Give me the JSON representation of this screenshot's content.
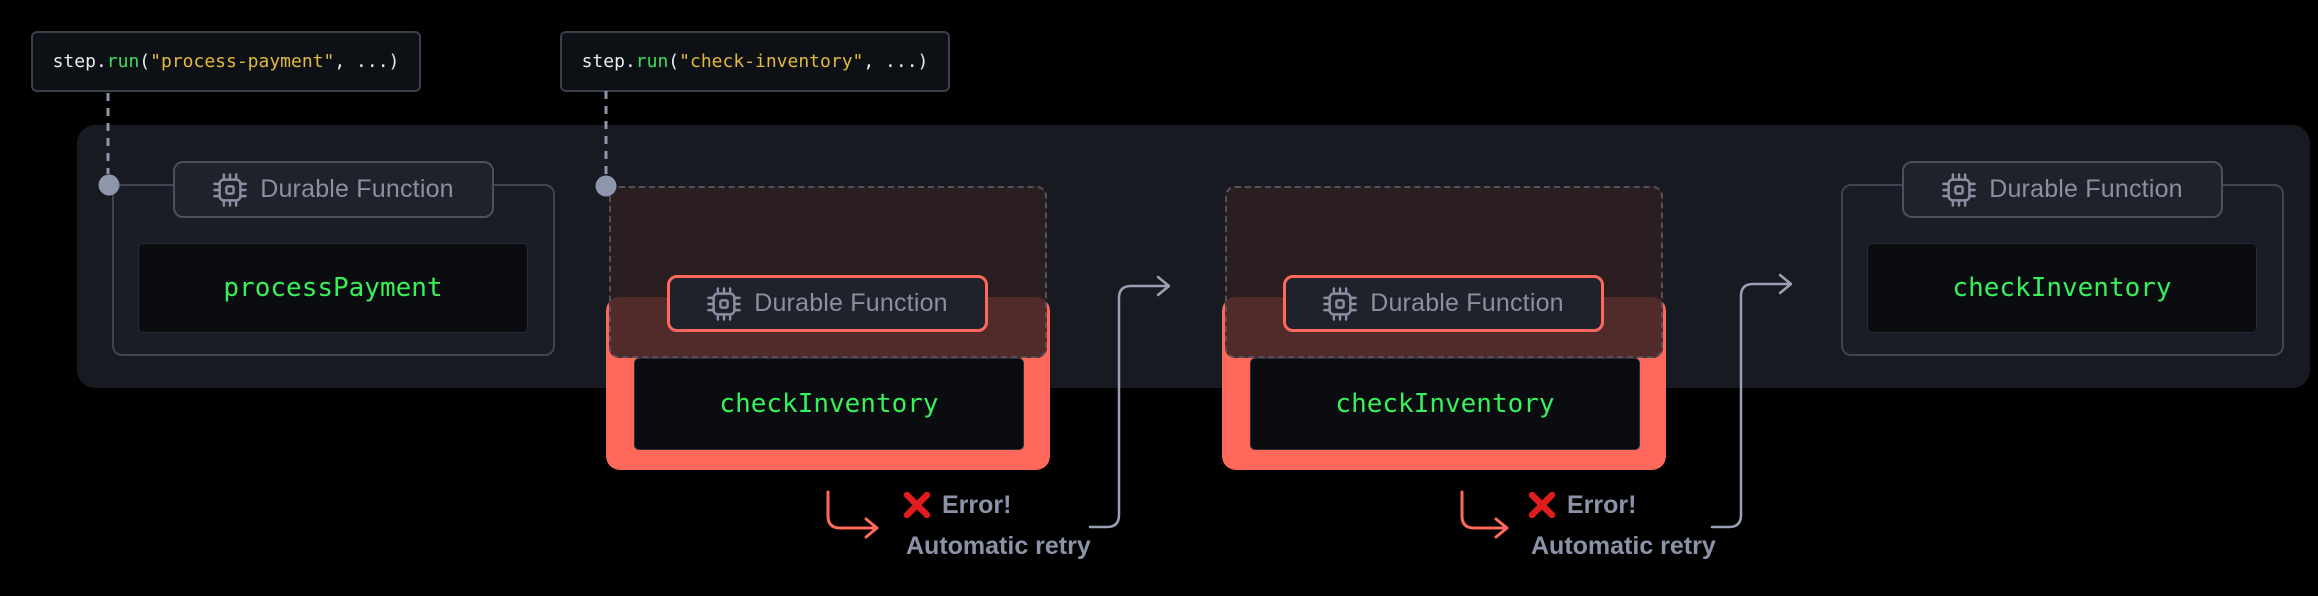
{
  "colors": {
    "background": "#000000",
    "panel": "#171a21",
    "card_border": "#3f4452",
    "badge_text": "#8a90a2",
    "accent_salmon": "#ff685b",
    "function_green": "#37f05a",
    "code_string_gold": "#e5b93f",
    "code_method_green": "#3fdf5e",
    "connector_slate": "#8e96ac",
    "error_red": "#e01d1d",
    "annotation_text": "#8c93a8"
  },
  "code_labels": [
    {
      "object": "step",
      "dot": ".",
      "method": "run",
      "open": "(",
      "arg": "\"process-payment\"",
      "close": ", ...)"
    },
    {
      "object": "step",
      "dot": ".",
      "method": "run",
      "open": "(",
      "arg": "\"check-inventory\"",
      "close": ", ...)"
    }
  ],
  "badge": {
    "label": "Durable Function"
  },
  "functions": [
    {
      "name": "processPayment"
    },
    {
      "name": "checkInventory"
    },
    {
      "name": "checkInventory"
    },
    {
      "name": "checkInventory"
    }
  ],
  "annotations": [
    {
      "error": "Error!",
      "retry": "Automatic retry"
    },
    {
      "error": "Error!",
      "retry": "Automatic retry"
    }
  ]
}
